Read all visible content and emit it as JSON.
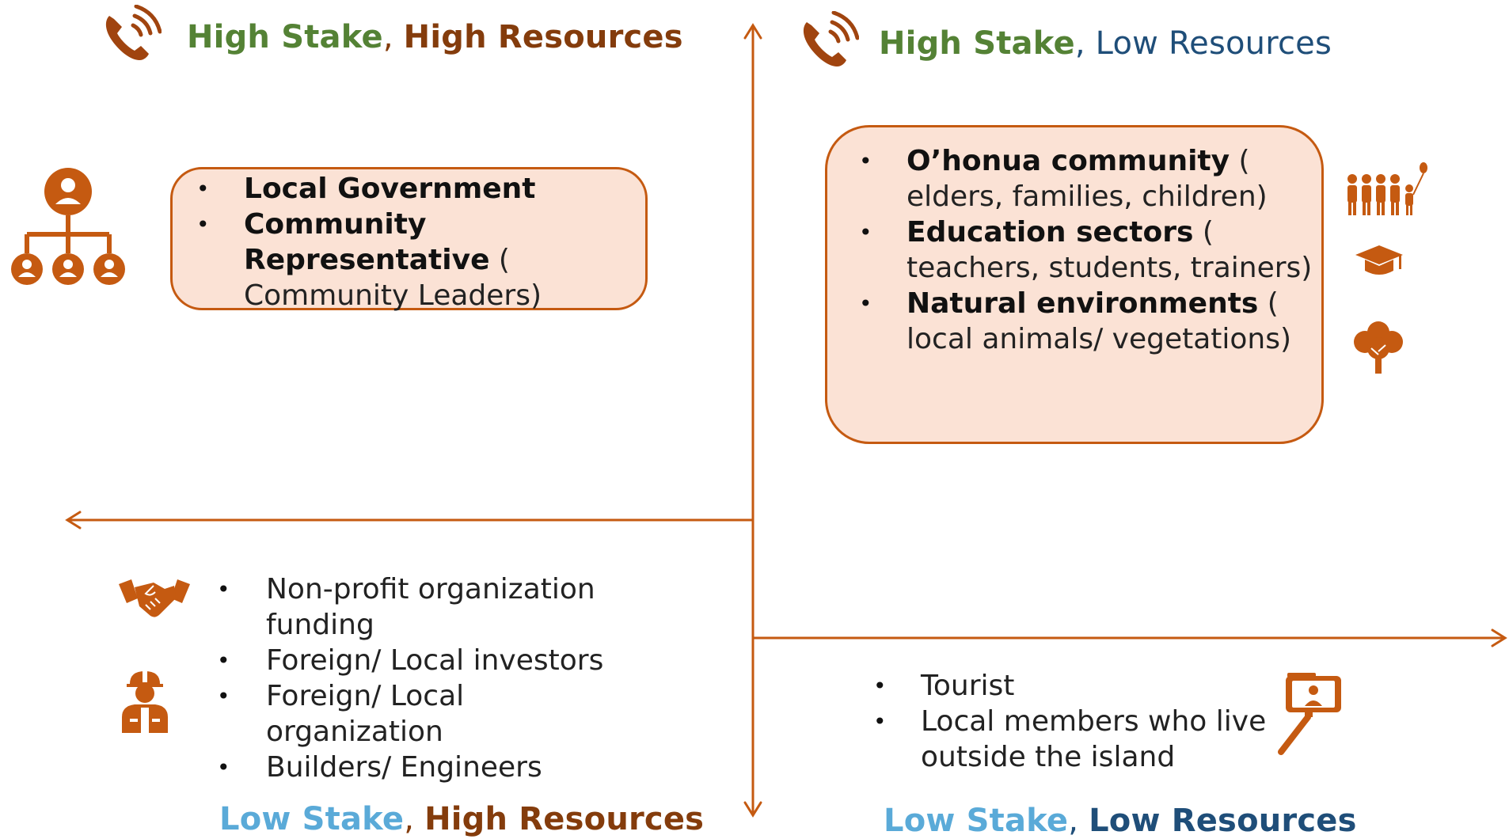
{
  "colors": {
    "accent": "#c55a11",
    "green": "#548235",
    "brown": "#843c0c",
    "teal": "#1f4e79",
    "sky": "#5aaad8",
    "box_fill": "#fbe2d5"
  },
  "quadrants": {
    "top_left": {
      "title_a": "High Stake",
      "sep": ",",
      "title_b": "High Resources",
      "icon": "phone-icon",
      "side_icon": "org-chart-icon",
      "items": [
        {
          "bold": "Local Government",
          "rest": ""
        },
        {
          "bold": "Community Representative",
          "rest": " ( Community Leaders)"
        }
      ]
    },
    "top_right": {
      "title_a": "High Stake",
      "sep": ",",
      "title_b": "Low Resources",
      "icon": "phone-icon",
      "items": [
        {
          "bold": "O’honua community",
          "rest": " ( elders, families, children)",
          "icon": "family-icon"
        },
        {
          "bold": "Education sectors",
          "rest": " ( teachers, students, trainers)",
          "icon": "graduation-cap-icon"
        },
        {
          "bold": "Natural environments",
          "rest": " ( local animals/ vegetations)",
          "icon": "tree-icon"
        }
      ]
    },
    "bottom_left": {
      "title_a": "Low Stake",
      "sep": ",",
      "title_b": "High Resources",
      "icons": [
        "handshake-icon",
        "worker-icon"
      ],
      "items": [
        "Non-profit organization funding",
        "Foreign/ Local investors",
        "Foreign/ Local organization",
        "Builders/ Engineers"
      ]
    },
    "bottom_right": {
      "title_a": "Low Stake",
      "sep": ",",
      "title_b": "Low Resources",
      "icon": "selfie-stick-icon",
      "items": [
        "Tourist",
        "Local members who live outside the island"
      ]
    }
  }
}
